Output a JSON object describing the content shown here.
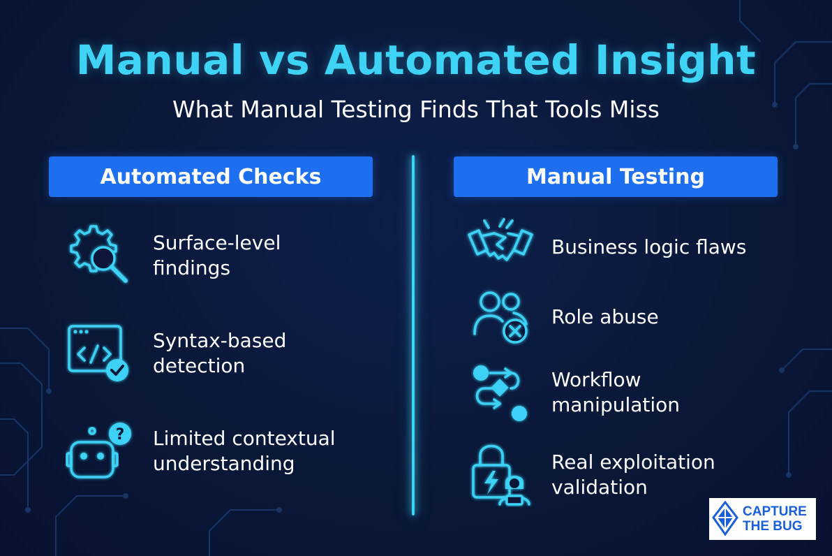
{
  "title": "Manual vs Automated Insight",
  "subtitle": "What Manual Testing Finds That Tools Miss",
  "left": {
    "header": "Automated Checks",
    "items": [
      {
        "line1": "Surface-level",
        "line2": "findings",
        "icon": "gear-magnifier-icon"
      },
      {
        "line1": "Syntax-based",
        "line2": "detection",
        "icon": "code-window-check-icon"
      },
      {
        "line1": "Limited contextual",
        "line2": "understanding",
        "icon": "robot-question-icon"
      }
    ]
  },
  "right": {
    "header": "Manual Testing",
    "items": [
      {
        "line1": "Business logic flaws",
        "line2": "",
        "icon": "handshake-icon"
      },
      {
        "line1": "Role abuse",
        "line2": "",
        "icon": "users-denied-icon"
      },
      {
        "line1": "Workflow",
        "line2": "manipulation",
        "icon": "workflow-icon"
      },
      {
        "line1": "Real exploitation",
        "line2": "validation",
        "icon": "lock-hacker-icon"
      }
    ]
  },
  "logo": {
    "line1": "CAPTURE",
    "line2": "THE BUG"
  },
  "colors": {
    "accent": "#3ed2f5",
    "header_bg": "#1e6ff0",
    "background": "#0a1838"
  }
}
